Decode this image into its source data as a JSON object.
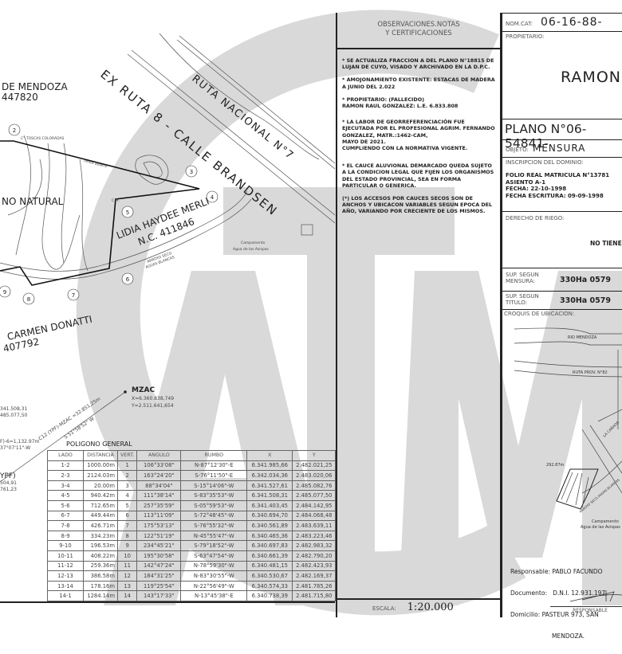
{
  "map": {
    "road_ex_ruta": "EX RUTA 8 - CALLE BRANDSEN",
    "road_nacional": "RUTA NACIONAL N°7",
    "neighbor_north": "DE MENDOZA",
    "neighbor_north_nc": "447820",
    "natural": "NO NATURAL",
    "neighbor_lidia": "LIDIA HAYDEE MERLI",
    "neighbor_lidia_nc": "N.C. 411846",
    "neighbor_carmen": "CARMEN DONATTI",
    "neighbor_carmen_nc": "407792",
    "arroyo": "ARROYO SECO",
    "arroyo2": "AGUAS BLANCAS",
    "campamento": "Campamento",
    "campamento2": "Agua de las Avispas",
    "toscas": "C° TOSCAS COLORADAS",
    "limite": "limite abierto",
    "cm": "C.M.",
    "vertices": [
      "2",
      "3",
      "4",
      "5",
      "6",
      "7",
      "8",
      "9"
    ],
    "coord_a1": "341.508,31",
    "coord_a2": "485.077,50",
    "tie1": "F)-6=1,132.97m",
    "tie1b": "37°07'11\"-W",
    "ypf": "YPF)",
    "ypf_x": "504,91",
    "ypf_y": "761,23",
    "tie2": "C12 (YPF)-MZAC =32.851,25m",
    "tie2b": "S 51°58'52\" W",
    "mzac": "MZAC",
    "mzac_x": "X=6.360.838,749",
    "mzac_y": "Y=2.511.641,654"
  },
  "poligono": {
    "title": "POLIGONO GENERAL",
    "headers": [
      "LADO",
      "DISTANCIA",
      "VERT.",
      "ANGULO",
      "RUMBO",
      "X",
      "Y"
    ],
    "rows": [
      [
        "1-2",
        "1000.00m",
        "1",
        "106°33'08\"",
        "N-87°12'30\"-E",
        "6.341.985,66",
        "2.482.021,25"
      ],
      [
        "2-3",
        "2124.03m",
        "2",
        "163°24'20\"",
        "S-76°11'50\"-E",
        "6.342.034,36",
        "2.483.020,06"
      ],
      [
        "3-4",
        "20.00m",
        "3",
        "88°34'04\"",
        "S-15°14'06\"-W",
        "6.341.527,61",
        "2.485.082,76"
      ],
      [
        "4-5",
        "940.42m",
        "4",
        "111°38'14\"",
        "S-83°35'53\"-W",
        "6.341.508,31",
        "2.485.077,50"
      ],
      [
        "5-6",
        "712.65m",
        "5",
        "257°35'59\"",
        "S-05°59'53\"-W",
        "6.341.403,45",
        "2.484.142,95"
      ],
      [
        "6-7",
        "449.44m",
        "6",
        "113°11'09\"",
        "S-72°48'45\"-W",
        "6.340.694,70",
        "2.484.068,48"
      ],
      [
        "7-8",
        "426.71m",
        "7",
        "175°53'13\"",
        "S-76°55'32\"-W",
        "6.340.561,89",
        "2.483.639,11"
      ],
      [
        "8-9",
        "334.23m",
        "8",
        "122°51'19\"",
        "N-45°55'47\"-W",
        "6.340.465,36",
        "2.483.223,46"
      ],
      [
        "9-10",
        "196.53m",
        "9",
        "234°45'21\"",
        "S-79°18'52\"-W",
        "6.340.697,83",
        "2.482.983,32"
      ],
      [
        "10-11",
        "408.22m",
        "10",
        "195°30'58\"",
        "S-63°47'54\"-W",
        "6.340.661,39",
        "2.482.790,20"
      ],
      [
        "11-12",
        "259.36m",
        "11",
        "142°47'24\"",
        "N-78°59'30\"-W",
        "6.340.481,15",
        "2.482.423,93"
      ],
      [
        "12-13",
        "386.58m",
        "12",
        "184°31'25\"",
        "N-83°30'55\"-W",
        "6.340.530,67",
        "2.482.169,37"
      ],
      [
        "13-14",
        "178.16m",
        "13",
        "119°25'54\"",
        "N-22°56'49\"-W",
        "6.340.574,33",
        "2.481.785,26"
      ],
      [
        "14-1",
        "1284.14m",
        "14",
        "143°17'33\"",
        "N-13°45'38\"-E",
        "6.340.738,39",
        "2.481.715,80"
      ]
    ]
  },
  "observaciones": {
    "title1": "OBSERVACIONES.NOTAS",
    "title2": "Y CERTIFICACIONES",
    "notes": [
      "* SE ACTUALIZA FRACCION A DEL PLANO N°18815 DE LUJAN DE CUYO, VISADO Y ARCHIVADO EN LA D.P.C.",
      "* AMOJONAMIENTO EXISTENTE: ESTACAS DE MADERA A JUNIO DEL 2.022",
      "* PROPIETARIO: (FALLECIDO)\nRAMON RAUL GONZALEZ: L.E. 6.833.808",
      "* LA LABOR DE GEORREFERENCIACIÓN FUE EJECUTADA POR EL PROFESIONAL AGRIM. FERNANDO GONZALEZ, MATR.:1462-CAM,\nMAYO DE 2021.\nCUMPLIENDO CON LA NORMATIVA VIGENTE.",
      "* EL CAUCE ALUVIONAL DEMARCADO QUEDA SUJETO A LA CONDICION LEGAL QUE FIJEN LOS ORGANISMOS DEL ESTADO PROVINCIAL, SEA EN FORMA PARTICULAR O GENERICA.",
      "(*) LOS ACCESOS POR CAUCES SECOS SON DE ANCHOS Y UBICACON VARIABLES SEGUN EPOCA DEL AÑO, VARIANDO POR CRECIENTE DE LOS MISMOS."
    ],
    "escala_label": "ESCALA:",
    "escala_value": "1:20.000"
  },
  "panel": {
    "nomcat_label": "NOM.CAT:",
    "nomcat_value": "06-16-88-",
    "propietario_label": "PROPIETARIO:",
    "propietario_value": "RAMON",
    "plano": "PLANO N°06-54841-",
    "objeto_label": "OBJETO:",
    "objeto_value": "MENSURA",
    "inscripcion_label": "INSCRIPCION DEL DOMINIO:",
    "inscripcion_lines": [
      "FOLIO REAL MATRICULA N°13781",
      "ASIENTO A-1",
      "FECHA: 22-10-1998",
      "FECHA ESCRITURA: 09-09-1998"
    ],
    "riego_label": "DERECHO DE RIEGO:",
    "riego_value": "NO TIENE",
    "sup_mensura_label": "SUP. SEGUN MENSURA:",
    "sup_mensura_value": "330Ha 0579",
    "sup_titulo_label": "SUP. SEGUN TITULO:",
    "sup_titulo_value": "330Ha 0579",
    "croquis_label": "CROQUIS DE UBICACION:",
    "croquis_rio": "RIO MENDOZA",
    "croquis_ruta": "RUTA PROV. N°82",
    "croquis_dist": "292.87m",
    "croquis_carril": "LA CAÑADA",
    "croquis_arroyo": "ARROYO SECO AGUAS BLANCAS",
    "croquis_camp1": "Campamento",
    "croquis_camp2": "Agua de las Avispas",
    "responsable": "Responsable: PABLO FACUNDO",
    "documento": "Documento:   D.N.I. 12.931.197",
    "domicilio": "Domicilio: PASTEUR 973, SAN",
    "domicilio2": "MENDOZA.",
    "firma_label": "RESPONSABLE"
  }
}
